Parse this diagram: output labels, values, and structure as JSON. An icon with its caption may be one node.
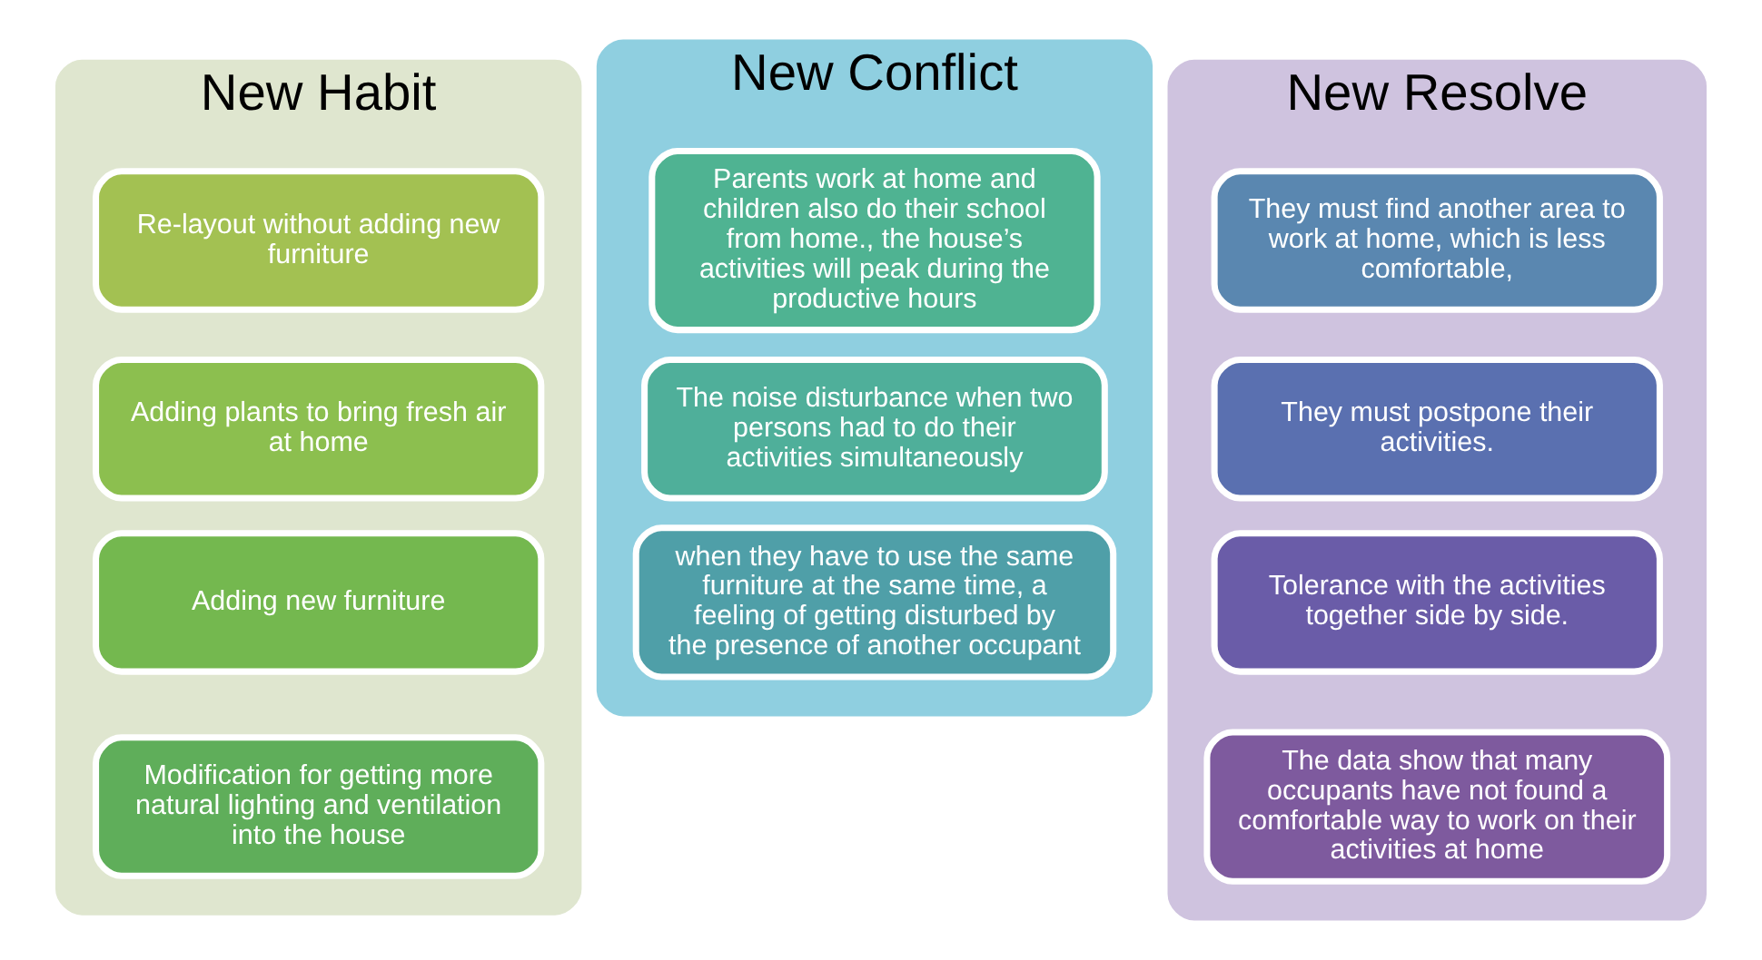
{
  "diagram": {
    "nodes": [
      {
        "text": [
          "New Habit"
        ]
      },
      {
        "text": [
          "Re-layout without adding new furniture"
        ],
        "in": 0
      },
      {
        "text": [
          "Adding plants to bring fresh air at home"
        ],
        "in": 0
      },
      {
        "text": [
          "Adding new furniture"
        ],
        "in": 0
      },
      {
        "text": [
          "Modification for getting more natural lighting and ventilation into the house"
        ],
        "in": 0
      },
      {
        "text": [
          "New Conflict"
        ]
      },
      {
        "text": [
          "Parents work at home and children also do their school from home., the house’s activities will peak during the productive hours"
        ],
        "in": 5
      },
      {
        "text": [
          "The noise disturbance when two persons had to do their activities simultaneously"
        ],
        "in": 5
      },
      {
        "text": [
          "when they have to use the same furniture at the same time, a feeling of getting disturbed by the presence of another occupant"
        ],
        "in": 5
      },
      {
        "text": [
          "New Resolve"
        ]
      },
      {
        "text": [
          "They must find another area to work at home, which is less comfortable,"
        ],
        "in": 9
      },
      {
        "text": [
          "They must postpone their activities."
        ],
        "in": 9
      },
      {
        "text": [
          "Tolerance with the activities together side by side."
        ],
        "in": 9
      },
      {
        "text": [
          "The data show that many occupants have not found a comfortable way to work on their activities at home"
        ],
        "in": 9
      }
    ],
    "edges": []
  }
}
